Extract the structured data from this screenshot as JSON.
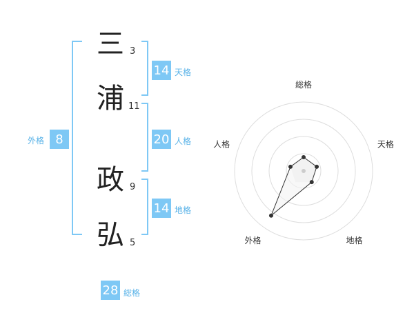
{
  "name": {
    "chars": [
      {
        "char": "三",
        "strokes": "3"
      },
      {
        "char": "浦",
        "strokes": "11"
      },
      {
        "char": "政",
        "strokes": "9"
      },
      {
        "char": "弘",
        "strokes": "5"
      }
    ]
  },
  "kakusu": {
    "tenkaku": {
      "label": "天格",
      "value": "14"
    },
    "jinkaku": {
      "label": "人格",
      "value": "20"
    },
    "chikaku": {
      "label": "地格",
      "value": "14"
    },
    "gaikaku": {
      "label": "外格",
      "value": "8"
    },
    "soukaku": {
      "label": "総格",
      "value": "28"
    }
  },
  "colors": {
    "accent": "#7ec8f5",
    "label": "#5ab3e8",
    "bracket": "#7ec8f5"
  },
  "chart_data": {
    "type": "radar",
    "axes": [
      "総格",
      "天格",
      "地格",
      "外格",
      "人格"
    ],
    "values": [
      1,
      1,
      1,
      4,
      1
    ],
    "rmax": 5,
    "rings": 4
  }
}
